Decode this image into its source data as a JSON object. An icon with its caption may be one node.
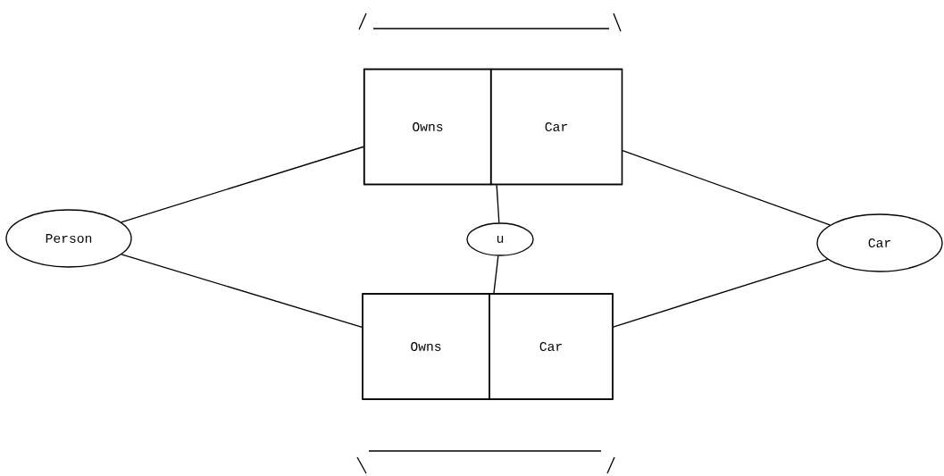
{
  "diagram": {
    "nodes": [
      {
        "text": [
          "Person"
        ]
      },
      {
        "text": [],
        "shape": "box"
      },
      {
        "text": [
          "Owns"
        ],
        "in": 1
      },
      {
        "text": [
          "Car"
        ],
        "in": 1
      },
      {
        "text": [
          "u"
        ]
      },
      {
        "text": [],
        "shape": "box"
      },
      {
        "text": [
          "Owns"
        ],
        "in": 5
      },
      {
        "text": [
          "Car"
        ],
        "in": 5
      },
      {
        "text": [
          "Car"
        ]
      }
    ],
    "edges": [
      {
        "from": 0,
        "to": 2,
        "arrow": "none"
      },
      {
        "from": 3,
        "to": 8,
        "arrow": "none"
      },
      {
        "from": 4,
        "to": 1,
        "arrow": "none"
      },
      {
        "from": 4,
        "to": 5,
        "arrow": "none"
      },
      {
        "from": 0,
        "to": 6,
        "arrow": "none"
      },
      {
        "from": 7,
        "to": 8,
        "arrow": "none"
      }
    ]
  }
}
